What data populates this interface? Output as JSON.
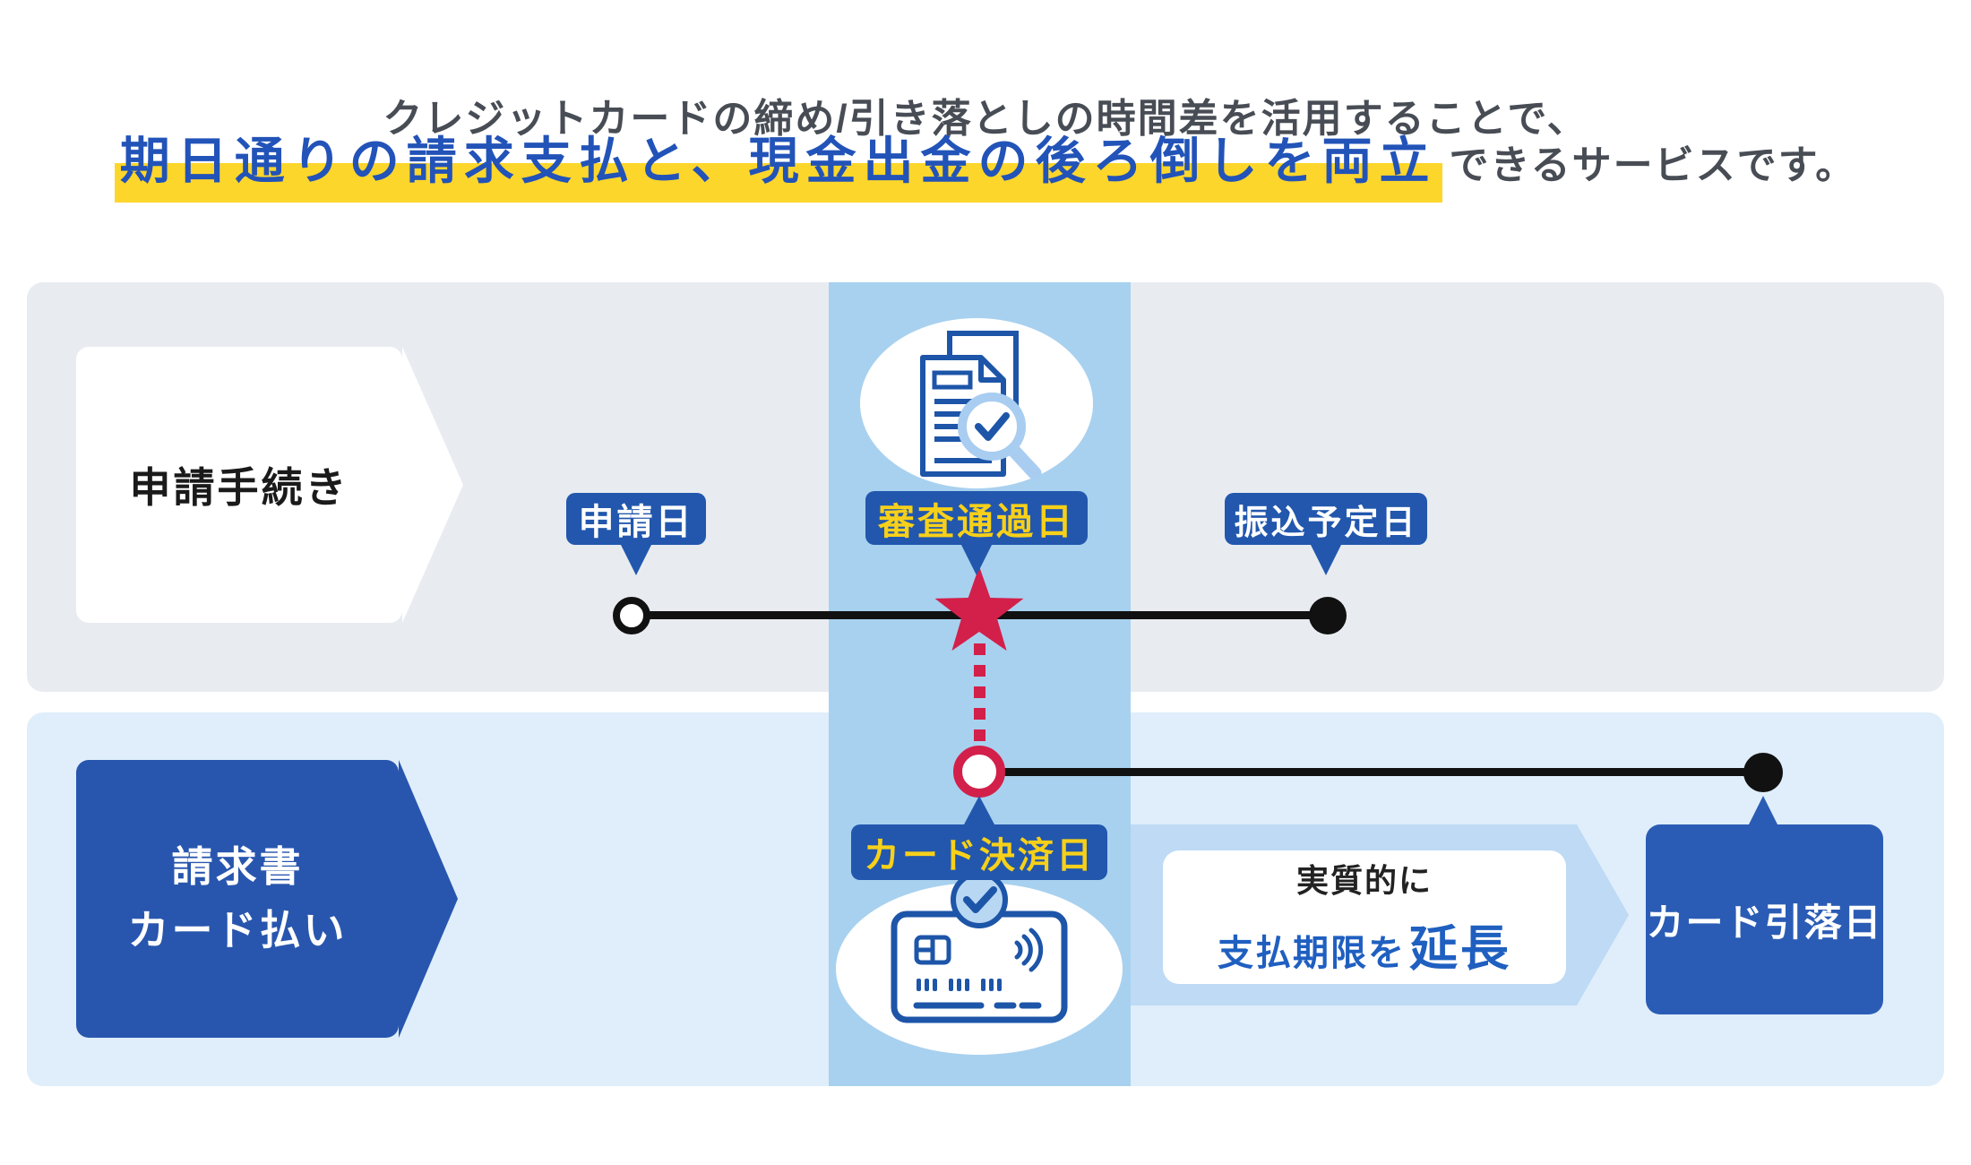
{
  "heading": {
    "line1": "クレジットカードの締め/引き落としの時間差を活用することで、",
    "line2_highlighted": "期日通りの請求支払と、現金出金の後ろ倒しを両立",
    "line2_rest": "できるサービスです。"
  },
  "top_lane": {
    "title": "申請手続き",
    "application_badge": "申請日",
    "screening_badge": "審査通過日",
    "transfer_badge": "振込予定日"
  },
  "bottom_lane": {
    "title_line1": "請求書",
    "title_line2": "カード払い",
    "settlement_badge": "カード決済日",
    "note_line1": "実質的に",
    "note_prefix": "支払期限を",
    "note_emphasis": "延長",
    "withdrawal_box": "カード引落日"
  },
  "icons": {
    "screening_icon": "document-magnifier-check-icon",
    "card_icon": "credit-card-check-icon",
    "star_icon": "star-milestone-icon"
  },
  "colors": {
    "badge_blue": "#2257ad",
    "lane_arrow_blue": "#2856ae",
    "withdrawal_blue": "#2b5cb5",
    "accent_yellow_highlight": "#fdd62c",
    "badge_yellow_text": "#f7d019",
    "accent_red": "#d2204a",
    "highlight_text_blue": "#2253b8",
    "emphasis_text_blue": "#1f5fc0",
    "top_band_bg": "#e8ecf1",
    "bottom_band_bg": "#dfeefa",
    "column_bg": "#a8d1ef",
    "timeline_black": "#111111",
    "icon_blue": "#1d55a8",
    "icon_light_blue": "#a8cdf0"
  }
}
